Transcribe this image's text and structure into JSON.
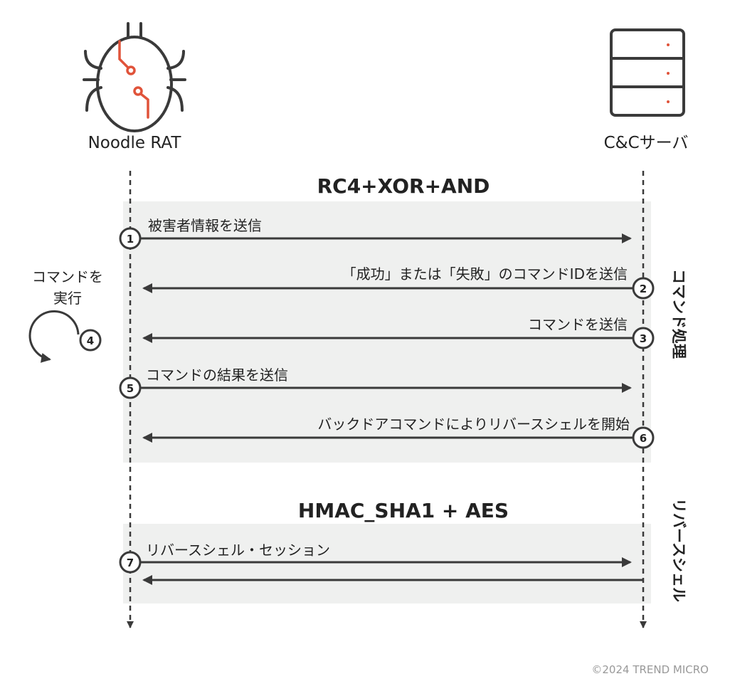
{
  "actors": {
    "left": "Noodle RAT",
    "right": "C&Cサーバ"
  },
  "sections": {
    "command": {
      "title": "RC4+XOR+AND",
      "side_label": "コマンド処理"
    },
    "shell": {
      "title": "HMAC_SHA1 + AES",
      "side_label": "リバースシェル"
    }
  },
  "steps": [
    {
      "num": "1",
      "label": "被害者情報を送信"
    },
    {
      "num": "2",
      "label": "「成功」または「失敗」のコマンドIDを送信"
    },
    {
      "num": "3",
      "label": "コマンドを送信"
    },
    {
      "num": "4",
      "label": "コマンドを\n実行",
      "line1": "コマンドを",
      "line2": "実行"
    },
    {
      "num": "5",
      "label": "コマンドの結果を送信"
    },
    {
      "num": "6",
      "label": "バックドアコマンドによりリバースシェルを開始"
    },
    {
      "num": "7",
      "label": "リバースシェル・セッション"
    }
  ],
  "copyright": "©2024 TREND MICRO",
  "colors": {
    "accent": "#e0533a",
    "line": "#3a3a3a",
    "band": "#eff0ef"
  }
}
